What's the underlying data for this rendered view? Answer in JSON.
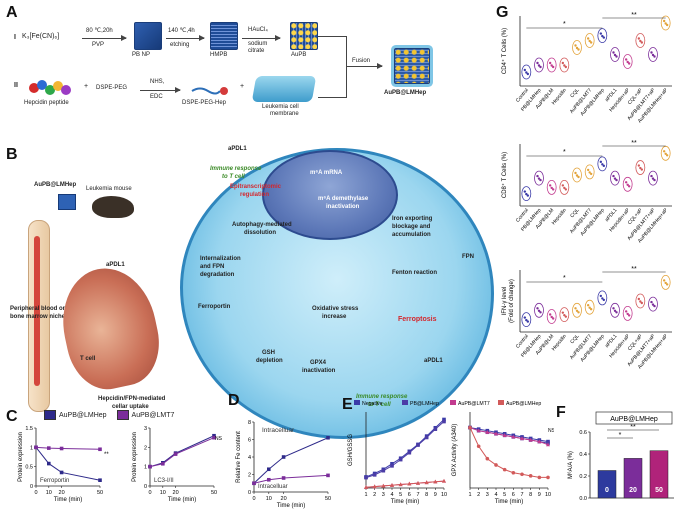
{
  "panels": {
    "A": {
      "letter": "A",
      "row1_roman": "I",
      "row2_roman": "II",
      "k3fe_label": "K₃[Fe(CN)₆]",
      "step1_cond": "80 ℃,20h",
      "step1_reagent": "PVP",
      "step2_cond": "140 ℃,4h",
      "step2_reagent": "etching",
      "step3_cond": "HAuCl₄",
      "step3_reagent1": "sodium",
      "step3_reagent2": "citrate",
      "pbnp": "PB NP",
      "hmpb": "HMPB",
      "aupb": "AuPB",
      "fusion": "Fusion",
      "hepcidin": "Hepcidin peptide",
      "plus": "+",
      "dspe_peg": "DSPE-PEG",
      "nhs": "NHS,",
      "edc": "EDC",
      "dspe_peg_hep": "DSPE-PEG-Hep",
      "leukemia_membrane1": "Leukemia cell",
      "leukemia_membrane2": "membrane",
      "final_product": "AuPB@LMHep"
    },
    "B": {
      "letter": "B",
      "aupb_lmhep": "AuPB@LMHep",
      "leukemia_mouse": "Leukemia mouse",
      "peripheral": "Peripheral blood or",
      "bone_marrow": "bone marrow niches",
      "apdl1_left": "aPDL1",
      "apdl1_top": "aPDL1",
      "apdl1_right": "aPDL1",
      "tcell": "T cell",
      "hep_uptake1": "Hepcidin/FPN-mediated",
      "hep_uptake2": "cellar uptake",
      "immune_top1": "Immune response",
      "immune_top2": "to T cell",
      "immune_bottom1": "Immune response",
      "immune_bottom2": "to T cell",
      "m6a_mrna": "m⁶A mRNA",
      "epitrans1": "Epitranscriptomic",
      "epitrans2": "regulation",
      "m6a_demeth1": "m⁶A demethylase",
      "m6a_demeth2": "inactivation",
      "autophagy1": "Autophagy-mediated",
      "autophagy2": "dissolution",
      "iron_export1": "Iron exporting",
      "iron_export2": "blockage and",
      "iron_export3": "accumulation",
      "internal1": "Internalization",
      "internal2": "and FPN",
      "internal3": "degradation",
      "fenton": "Fenton reaction",
      "oxidative1": "Oxidative stress",
      "oxidative2": "increase",
      "ferroptosis": "Ferroptosis",
      "gsh1": "GSH",
      "gsh2": "depletion",
      "gpx4_1": "GPX4",
      "gpx4_2": "inactivation",
      "fpn": "FPN",
      "ferroportin": "Ferroportin"
    },
    "C": {
      "letter": "C",
      "legend1": "AuPB@LMHep",
      "legend2": "AuPB@LMT7",
      "color1": "#2e2a8a",
      "color2": "#7b2d9a",
      "ylabel": "Protein expression",
      "xlabel": "Time (min)",
      "left_inner": "Ferroportin",
      "right_inner": "LC3-I/II",
      "sig_left": "**",
      "sig_right": "NS"
    },
    "D": {
      "letter": "D",
      "ylabel": "Relative Fe content",
      "xlabel": "Time (min)",
      "inner": "Intracelluar"
    },
    "E": {
      "letter": "E",
      "legend_negative": "Negative",
      "legend_pb": "PB@LMHep",
      "legend_lmt7": "AuPB@LMT7",
      "legend_lmhep": "AuPB@LMHep",
      "ylabel_left": "GSH/GSSG",
      "ylabel_right": "GPX Activity (A340)",
      "xlabel": "Time (min)",
      "sig_right": "NS"
    },
    "F": {
      "letter": "F",
      "title": "AuPB@LMHep",
      "ylabel": "M⁶A/A (%)",
      "bar_labels": [
        "0",
        "20",
        "50"
      ],
      "sig1": "*",
      "sig2": "**"
    },
    "G": {
      "letter": "G",
      "ylabel1": "CD4⁺ T Cells (%)",
      "ylabel2": "CD8⁺ T Cells (%)",
      "ylabel3a": "IFN-γ level",
      "ylabel3b": "(Fold of change)",
      "sig_a": "*",
      "sig_b": "**",
      "categories": [
        "Control",
        "PB@LMHep",
        "AuPB@LM",
        "Hepcidin",
        "CQL",
        "AuPB@LMT7",
        "AuPB@LMHep",
        "aPDL1",
        "Hepcidin+aP",
        "CQL+aP",
        "AuPB@LMT7+aP",
        "AuPB@LMHep+aP"
      ]
    }
  },
  "chart_data": [
    {
      "type": "line",
      "title": "",
      "xlabel": "Time (min)",
      "ylabel": "Protein expression",
      "annotation": "Ferroportin",
      "x": [
        0,
        10,
        20,
        50
      ],
      "ylim": [
        0.0,
        1.5
      ],
      "series": [
        {
          "name": "AuPB@LMHep",
          "values": [
            1.0,
            0.58,
            0.35,
            0.15
          ]
        },
        {
          "name": "AuPB@LMT7",
          "values": [
            1.0,
            0.98,
            0.97,
            0.95
          ]
        }
      ]
    },
    {
      "type": "line",
      "title": "",
      "xlabel": "Time (min)",
      "ylabel": "Protein expression",
      "annotation": "LC3-I/II",
      "x": [
        0,
        10,
        20,
        50
      ],
      "ylim": [
        0.0,
        3.0
      ],
      "series": [
        {
          "name": "AuPB@LMHep",
          "values": [
            1.0,
            1.2,
            1.7,
            2.6
          ]
        },
        {
          "name": "AuPB@LMT7",
          "values": [
            1.0,
            1.15,
            1.65,
            2.5
          ]
        }
      ]
    },
    {
      "type": "line",
      "title": "",
      "xlabel": "Time (min)",
      "ylabel": "Relative Fe content",
      "annotation": "Intracelluar",
      "x": [
        0,
        10,
        20,
        50
      ],
      "ylim": [
        0,
        8
      ],
      "series": [
        {
          "name": "AuPB@LMHep",
          "values": [
            1.0,
            2.6,
            4.0,
            6.2
          ]
        },
        {
          "name": "AuPB@LMT7",
          "values": [
            1.0,
            1.4,
            1.6,
            1.9
          ]
        }
      ]
    },
    {
      "type": "line",
      "title": "",
      "xlabel": "Time (min)",
      "ylabel": "GSH/GSSG",
      "x": [
        1,
        2,
        3,
        4,
        5,
        6,
        7,
        8,
        9,
        10
      ],
      "series": [
        {
          "name": "Negative",
          "values": [
            0.25,
            0.3,
            0.36,
            0.44,
            0.52,
            0.62,
            0.72,
            0.84,
            0.96,
            1.08
          ]
        },
        {
          "name": "PB@LMHep",
          "values": [
            0.24,
            0.28,
            0.34,
            0.41,
            0.5,
            0.6,
            0.71,
            0.82,
            0.94,
            1.05
          ]
        },
        {
          "name": "AuPB@LMT7",
          "values": [
            0.1,
            0.11,
            0.12,
            0.13,
            0.14,
            0.15,
            0.16,
            0.17,
            0.18,
            0.19
          ]
        },
        {
          "name": "AuPB@LMHep",
          "values": [
            0.1,
            0.11,
            0.12,
            0.13,
            0.14,
            0.15,
            0.16,
            0.17,
            0.18,
            0.19
          ]
        }
      ]
    },
    {
      "type": "line",
      "title": "",
      "xlabel": "Time (min)",
      "ylabel": "GPX Activity (A340)",
      "x": [
        1,
        2,
        3,
        4,
        5,
        6,
        7,
        8,
        9,
        10
      ],
      "series": [
        {
          "name": "Negative",
          "values": [
            1.0,
            0.99,
            0.98,
            0.97,
            0.96,
            0.95,
            0.94,
            0.93,
            0.92,
            0.91
          ]
        },
        {
          "name": "PB@LMHep",
          "values": [
            1.0,
            0.98,
            0.97,
            0.96,
            0.95,
            0.94,
            0.93,
            0.92,
            0.91,
            0.9
          ]
        },
        {
          "name": "AuPB@LMT7",
          "values": [
            1.0,
            0.98,
            0.97,
            0.96,
            0.95,
            0.94,
            0.93,
            0.92,
            0.91,
            0.89
          ]
        },
        {
          "name": "AuPB@LMHep",
          "values": [
            1.0,
            0.88,
            0.8,
            0.76,
            0.73,
            0.71,
            0.7,
            0.69,
            0.68,
            0.68
          ]
        }
      ]
    },
    {
      "type": "bar",
      "title": "AuPB@LMHep",
      "xlabel": "",
      "ylabel": "M⁶A/A (%)",
      "categories": [
        "0",
        "20",
        "50"
      ],
      "values": [
        0.25,
        0.36,
        0.43
      ],
      "ylim": [
        0.0,
        0.6
      ]
    }
  ]
}
